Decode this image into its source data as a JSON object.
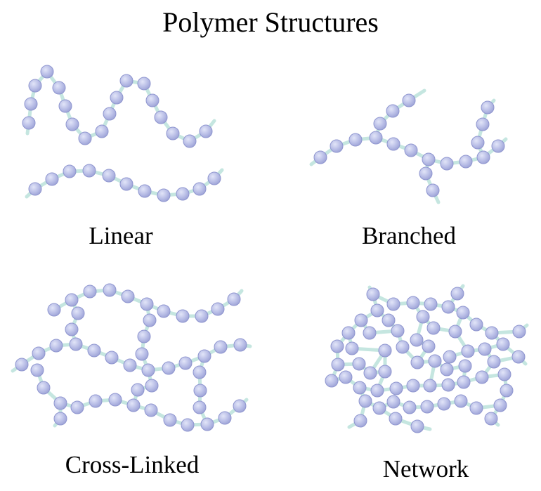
{
  "title": "Polymer Structures",
  "panels": [
    {
      "id": "linear",
      "label": "Linear"
    },
    {
      "id": "branched",
      "label": "Branched"
    },
    {
      "id": "cross_linked",
      "label": "Cross-Linked"
    },
    {
      "id": "network",
      "label": "Network"
    }
  ],
  "colors": {
    "bead_fill": "#b8bde6",
    "bead_stroke": "#8f96cf",
    "bond": "#c5e6e0"
  }
}
